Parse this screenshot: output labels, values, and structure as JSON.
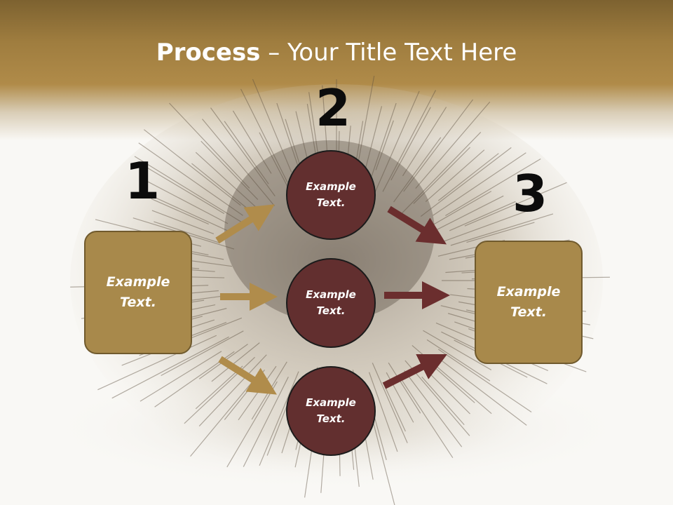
{
  "title": {
    "bold": "Process",
    "rest": " – Your Title Text Here"
  },
  "steps": [
    "1",
    "2",
    "3"
  ],
  "left_box": {
    "line1": "Example",
    "line2": "Text."
  },
  "right_box": {
    "line1": "Example",
    "line2": "Text."
  },
  "circles": [
    {
      "line1": "Example",
      "line2": "Text."
    },
    {
      "line1": "Example",
      "line2": "Text."
    },
    {
      "line1": "Example",
      "line2": "Text."
    }
  ],
  "colors": {
    "header_brown": "#9f7d3f",
    "box_gold": "#a8894b",
    "circle_maroon": "#622f2f",
    "arrow_gold": "#b08c4b",
    "arrow_maroon": "#6b2e2e"
  },
  "background_image": "chestnut-burr"
}
